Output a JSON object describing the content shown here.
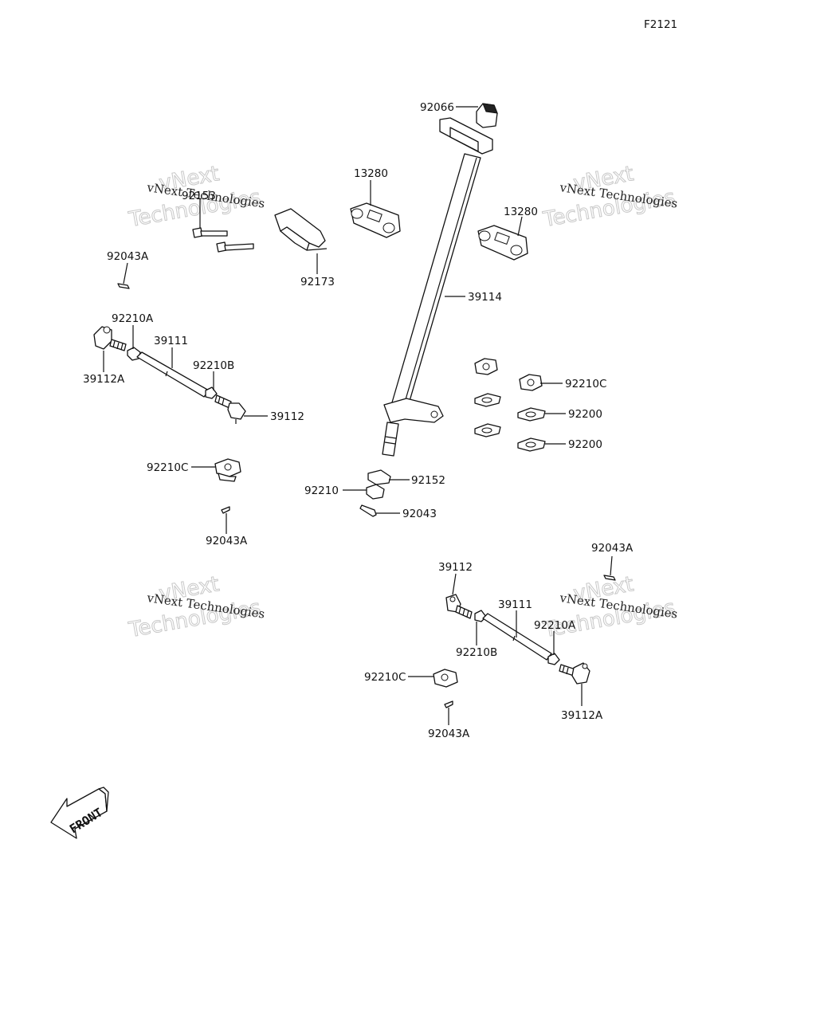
{
  "figure_code": "F2121",
  "watermark": {
    "line1": "vNext",
    "line2": "Technologies",
    "small": "vNext Technologies"
  },
  "front_label": "FRONT",
  "labels": {
    "p92066": "92066",
    "p13280_left": "13280",
    "p13280_right": "13280",
    "p92153": "92153",
    "p92173": "92173",
    "p92043A_1": "92043A",
    "p92210A_1": "92210A",
    "p39111_1": "39111",
    "p92210B_1": "92210B",
    "p39112A_1": "39112A",
    "p39112_1": "39112",
    "p39114": "39114",
    "p92210C_r": "92210C",
    "p92200_1": "92200",
    "p92200_2": "92200",
    "p92210C_1": "92210C",
    "p92043A_2": "92043A",
    "p92152": "92152",
    "p92210": "92210",
    "p92043": "92043",
    "p92043A_3": "92043A",
    "p39112_2": "39112",
    "p39111_2": "39111",
    "p92210A_2": "92210A",
    "p92210B_2": "92210B",
    "p92210C_2": "92210C",
    "p39112A_2": "39112A",
    "p92043A_4": "92043A"
  }
}
